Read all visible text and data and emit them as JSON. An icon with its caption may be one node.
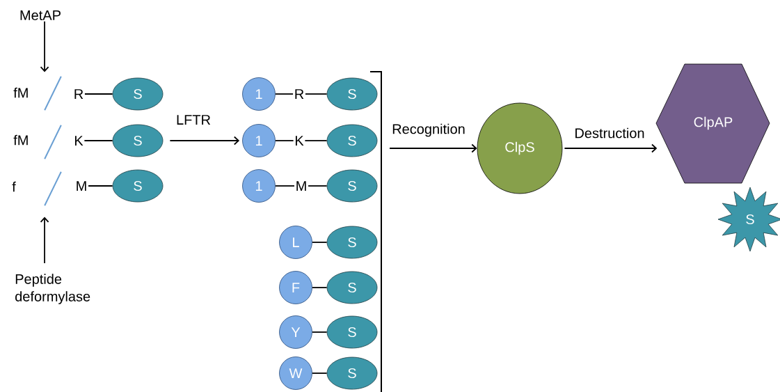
{
  "diagram": {
    "nodes": [
      {
        "text": [
          "MetAP"
        ]
      },
      {
        "text": [
          "R"
        ]
      },
      {
        "text": [
          "S"
        ]
      },
      {
        "text": [
          "K"
        ]
      },
      {
        "text": [
          "S"
        ]
      },
      {
        "text": [
          "M"
        ]
      },
      {
        "text": [
          "S"
        ]
      },
      {
        "text": [
          "Peptide deformylase"
        ]
      },
      {
        "text": [
          "1"
        ]
      },
      {
        "text": [
          "R"
        ]
      },
      {
        "text": [
          "S"
        ]
      },
      {
        "text": [
          "1"
        ]
      },
      {
        "text": [
          "K"
        ]
      },
      {
        "text": [
          "S"
        ]
      },
      {
        "text": [
          "1"
        ]
      },
      {
        "text": [
          "M"
        ]
      },
      {
        "text": [
          "S"
        ]
      },
      {
        "text": [
          "L"
        ]
      },
      {
        "text": [
          "S"
        ]
      },
      {
        "text": [
          "F"
        ]
      },
      {
        "text": [
          "S"
        ]
      },
      {
        "text": [
          "Y"
        ]
      },
      {
        "text": [
          "S"
        ]
      },
      {
        "text": [
          "W"
        ]
      },
      {
        "text": [
          "S"
        ]
      },
      {
        "text": [
          "ClpS"
        ]
      },
      {
        "text": [
          "ClpAP"
        ]
      },
      {
        "text": [
          "S"
        ]
      },
      {
        "text": [],
        "shape": "bar"
      },
      {
        "text": [],
        "shape": "bar"
      },
      {
        "text": [],
        "shape": "bar"
      }
    ],
    "edges": [
      {
        "from": 0,
        "to": 28,
        "arrow": "to"
      },
      {
        "from": 7,
        "to": 30,
        "arrow": "to"
      },
      {
        "from": 1,
        "to": 2,
        "arrow": "none"
      },
      {
        "from": 3,
        "to": 4,
        "arrow": "none"
      },
      {
        "from": 5,
        "to": 6,
        "arrow": "none"
      },
      {
        "from": 4,
        "to": 11,
        "arrow": "to",
        "label": "LFTR"
      },
      {
        "from": 8,
        "to": 9,
        "arrow": "none"
      },
      {
        "from": 9,
        "to": 10,
        "arrow": "none"
      },
      {
        "from": 11,
        "to": 12,
        "arrow": "none"
      },
      {
        "from": 12,
        "to": 13,
        "arrow": "none"
      },
      {
        "from": 14,
        "to": 15,
        "arrow": "none"
      },
      {
        "from": 15,
        "to": 16,
        "arrow": "none"
      },
      {
        "from": 17,
        "to": 18,
        "arrow": "none"
      },
      {
        "from": 19,
        "to": 20,
        "arrow": "none"
      },
      {
        "from": 21,
        "to": 22,
        "arrow": "none"
      },
      {
        "from": 23,
        "to": 24,
        "arrow": "none"
      },
      {
        "from": null,
        "to": 25,
        "arrow": "to",
        "label": "Recognition"
      },
      {
        "from": 25,
        "to": 26,
        "arrow": "to",
        "label": "Destruction"
      }
    ],
    "labels": [
      "fM",
      "fM",
      "f"
    ]
  }
}
